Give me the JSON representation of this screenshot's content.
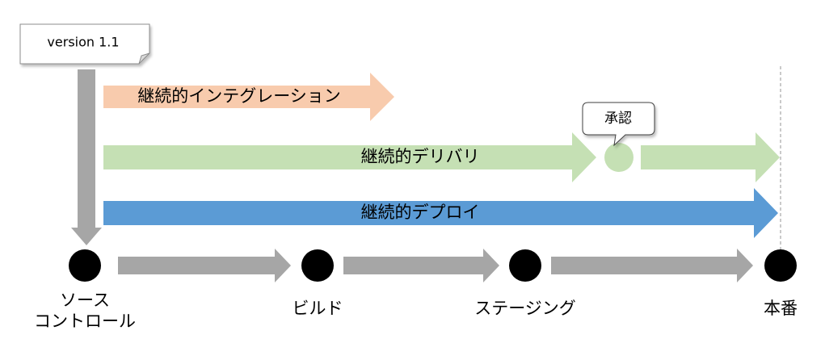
{
  "version_note": "version 1.1",
  "approval_bubble": "承認",
  "pipelines": {
    "ci": {
      "label": "継続的インテグレーション",
      "color": "#f8cbad"
    },
    "cd_delivery": {
      "label": "継続的デリバリ",
      "color": "#c5e0b4"
    },
    "cd_deploy": {
      "label": "継続的デプロイ",
      "color": "#5b9bd5"
    }
  },
  "stages": {
    "source": {
      "line1": "ソース",
      "line2": "コントロール"
    },
    "build": {
      "label": "ビルド"
    },
    "staging": {
      "label": "ステージング"
    },
    "production": {
      "label": "本番"
    }
  },
  "colors": {
    "flow_arrow": "#a6a6a6",
    "node": "#000000",
    "approval_circle": "#c5e0b4",
    "dashed_line": "#a6a6a6"
  }
}
